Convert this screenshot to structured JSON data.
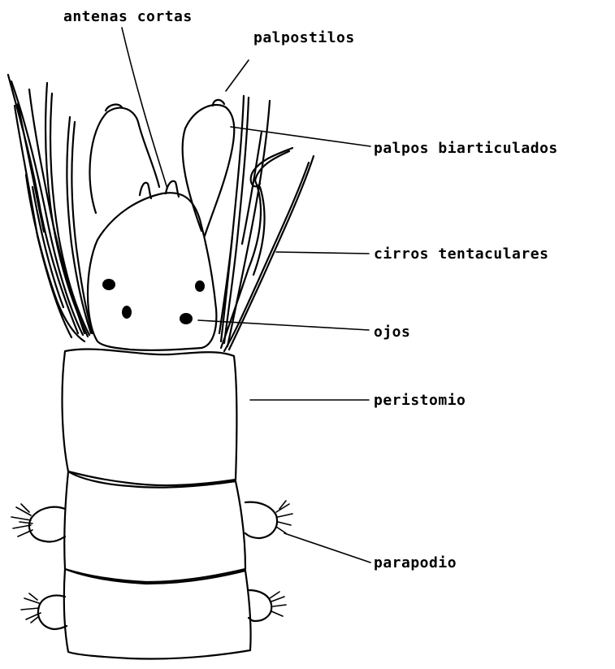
{
  "labels": {
    "antenas_cortas": "antenas cortas",
    "palpostilos": "palpostilos",
    "palpos_biarticulados": "palpos biarticulados",
    "cirros_tentaculares": "cirros tentaculares",
    "ojos": "ojos",
    "peristomio": "peristomio",
    "parapodio": "parapodio"
  },
  "colors": {
    "ink": "#000000",
    "paper": "#ffffff"
  }
}
